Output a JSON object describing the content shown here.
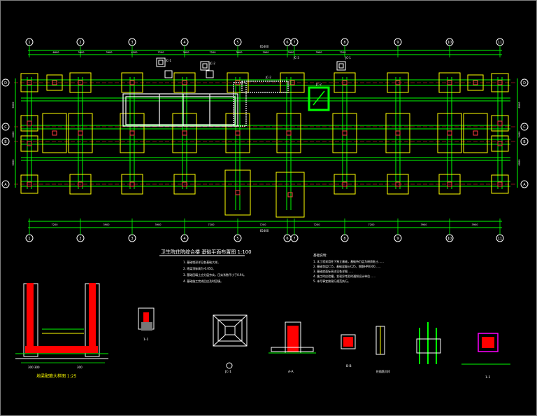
{
  "drawing": {
    "title": "卫生院住院综合楼  基础平面布置图  1:100",
    "axis_numbers": [
      "1",
      "2",
      "3",
      "4",
      "5",
      "6",
      "7",
      "8",
      "9",
      "10",
      "11"
    ],
    "axis_letters_bottom_up": [
      "A",
      "B",
      "C",
      "D"
    ],
    "top_dims": [
      "6600",
      "3900",
      "3900",
      "4500",
      "7200",
      "3900",
      "7200",
      "3900",
      "3900",
      "3900",
      "3900",
      "7200"
    ],
    "bottom_dims": [
      "7200",
      "3900",
      "3900",
      "7200",
      "7200",
      "7200",
      "7200",
      "3900",
      "3900",
      "7200"
    ],
    "total_dim": "65400",
    "side_dims": [
      "6000",
      "2400",
      "6000"
    ],
    "section_labels": [
      "JC-1",
      "JC-2",
      "JC-3",
      "JC-1",
      "JC-2"
    ],
    "notes_title": "基础说明：",
    "notes": [
      "1. 本工程采用柱下独立基础，基础持力层为粉质粘土……",
      "2. 基础垫层C15，基础混凝土C25，钢筋HPB300……",
      "3. 基础底面标高详见各详图……",
      "4. 施工时应验槽，发现异常及时通知设计单位……",
      "5. 未尽事宜按现行规范执行。"
    ],
    "mid_notes": [
      "1. 基础埋深详见各基础大样。",
      "2. 地梁顶标高为-0.050。",
      "3. 基础回填土应分层夯实，压实系数不小于0.94。",
      "4. 基础施工完成后应及时回填。"
    ],
    "detail_captions": [
      "地梁配筋大样图  1:25",
      "1-1",
      "JC-1",
      "A-A",
      "B-B",
      "柱插筋大样",
      "1-1"
    ]
  }
}
